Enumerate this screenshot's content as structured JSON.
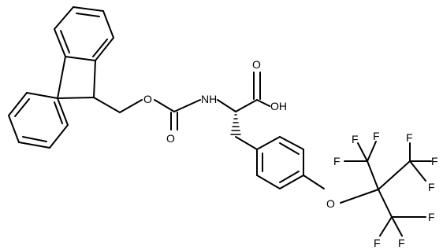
{
  "structure": {
    "atom_labels": {
      "ring_o": "O",
      "carbamate_o": "O",
      "nh": "NH",
      "acid_o": "O",
      "oh": "OH",
      "ether_o": "O",
      "f1": "F",
      "f2": "F",
      "f3": "F",
      "f4": "F",
      "f5": "F",
      "f6": "F",
      "f7": "F",
      "f8": "F",
      "f9": "F"
    }
  }
}
